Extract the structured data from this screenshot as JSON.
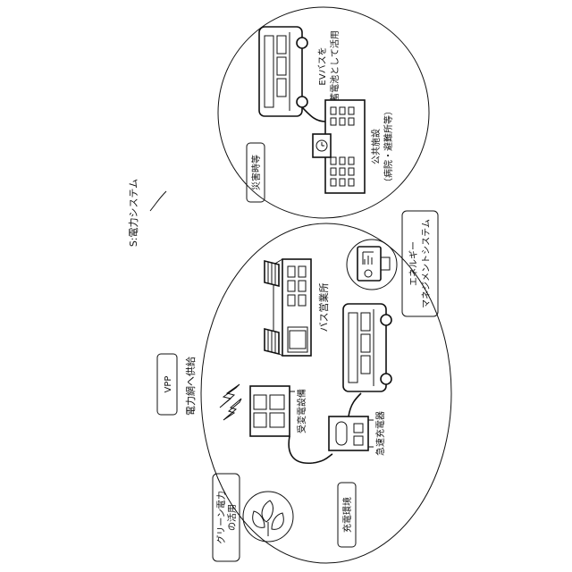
{
  "system_label": "S:電力システム",
  "vpp": {
    "label": "VPP",
    "supply_label": "電力網へ供給"
  },
  "green_power": {
    "label_line1": "グリーン電力",
    "label_line2": "の活用"
  },
  "charging_env": {
    "label": "充電環境"
  },
  "substation": {
    "label": "受変電設備"
  },
  "fast_charger": {
    "label": "急速充電器"
  },
  "bus_office": {
    "label": "バス営業所"
  },
  "ems": {
    "label_line1": "エネルギー",
    "label_line2": "マネジメントシステム"
  },
  "disaster": {
    "label": "災害時等"
  },
  "ev_bus_battery": {
    "label_line1": "EVバスを",
    "label_line2": "蓄電池として活用"
  },
  "public_facility": {
    "label_line1": "公共施設",
    "label_line2": "（病院・避難所等）"
  }
}
